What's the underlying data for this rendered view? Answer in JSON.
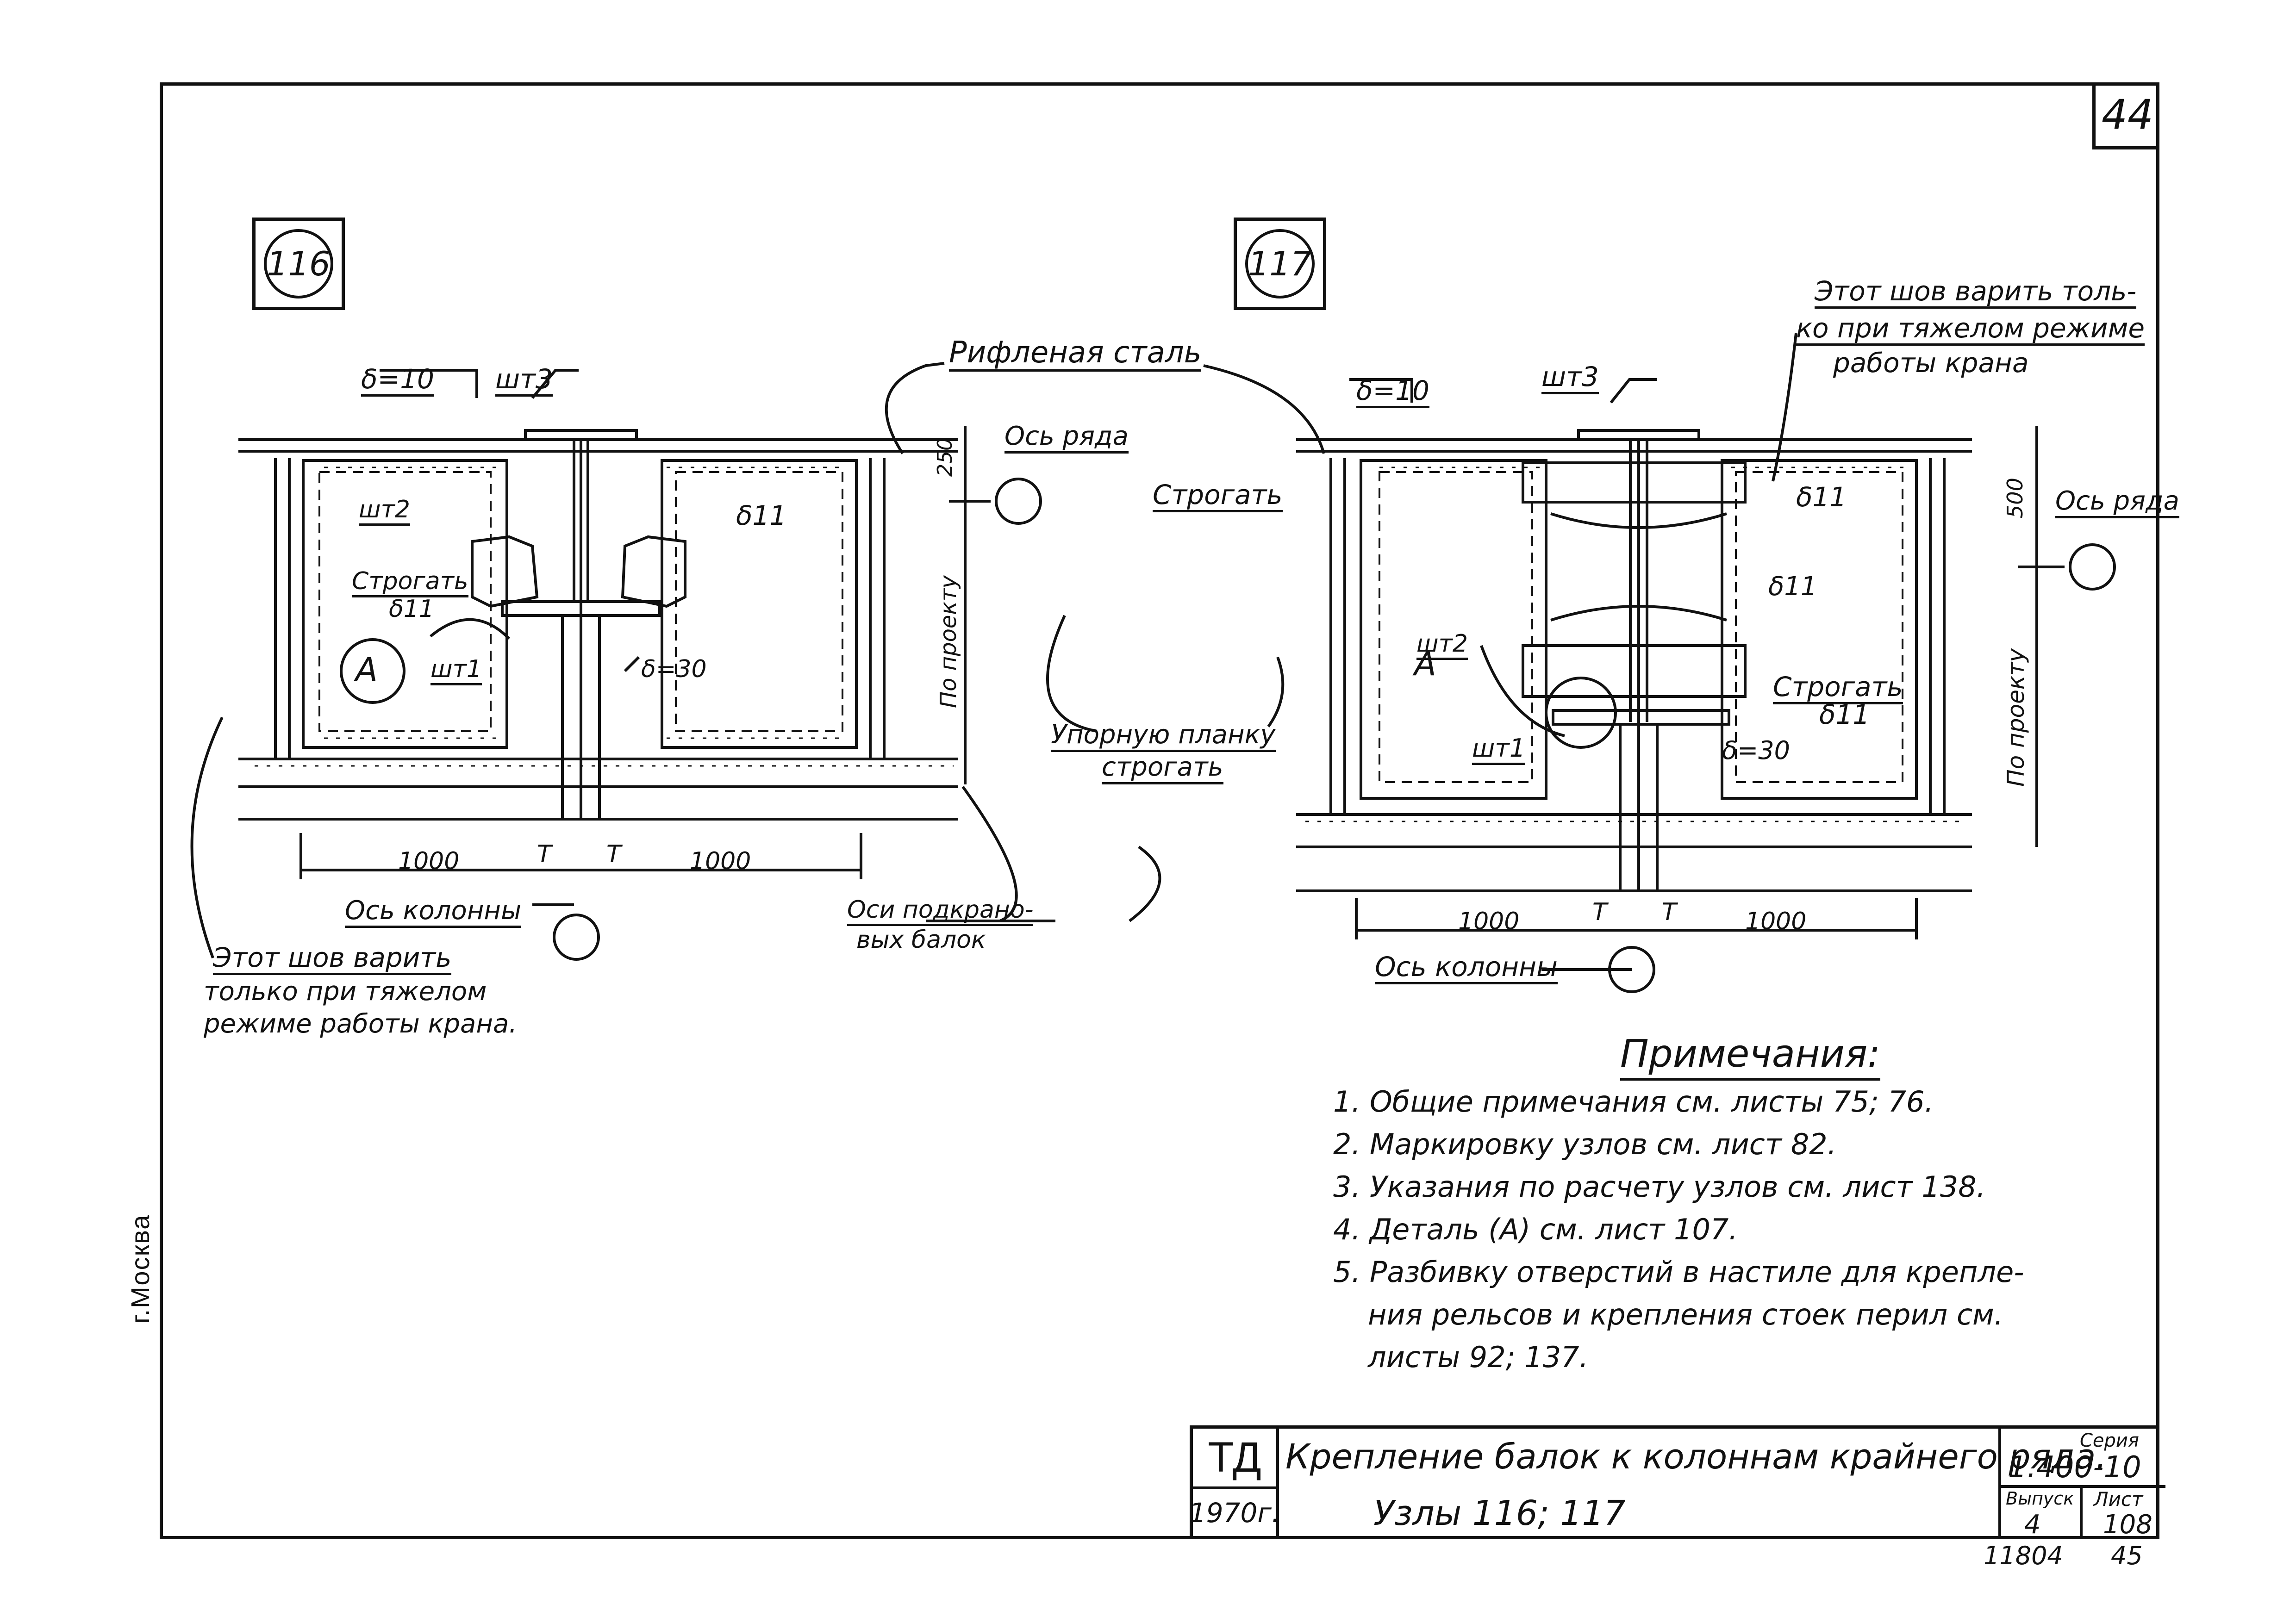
{
  "sheet": {
    "number": "44",
    "side_stamp": "г.Москва"
  },
  "nodes": {
    "left": "116",
    "right": "117"
  },
  "detail_marker": "А",
  "labels_left": {
    "delta10": "δ=10",
    "sht3": "шт3",
    "sht2": "шт2",
    "strogat": "Строгать",
    "delta11": "δ11",
    "sht1": "шт1",
    "delta30": "δ=30",
    "delta11_right": "δ11",
    "dim250": "250",
    "po_proektu": "По проекту",
    "os_ryada": "Ось ряда",
    "dim1000_a": "1000",
    "dim1000_b": "1000",
    "t_a": "Т",
    "t_b": "Т",
    "os_kolonny": "Ось колонны",
    "osi_podkranovykh_1": "Оси подкрано-",
    "osi_podkranovykh_2": "вых балок",
    "weld_note_1": "Этот шов варить",
    "weld_note_2": "только при тяжелом",
    "weld_note_3": "режиме работы крана."
  },
  "labels_center": {
    "riflenaya": "Рифленая сталь",
    "upornuyu_1": "Упорную планку",
    "upornuyu_2": "строгать"
  },
  "labels_right": {
    "weld_note_1": "Этот шов варить толь-",
    "weld_note_2": "ко при тяжелом режиме",
    "weld_note_3": "работы крана",
    "delta10": "δ=10",
    "sht3": "шт3",
    "strogat_top": "Строгать",
    "delta11_top": "δ11",
    "delta11_mid": "δ11",
    "sht2": "шт2",
    "strogat_mid": "Строгать",
    "delta11_low": "δ11",
    "sht1": "шт1",
    "delta30": "δ=30",
    "dim500": "500",
    "os_ryada": "Ось ряда",
    "po_proektu": "По проекту",
    "dim1000_a": "1000",
    "dim1000_b": "1000",
    "t_a": "Т",
    "t_b": "Т",
    "os_kolonny": "Ось колонны"
  },
  "notes": {
    "title": "Примечания:",
    "items": [
      "1. Общие примечания см. листы 75; 76.",
      "2. Маркировку узлов см. лист 82.",
      "3. Указания по расчету узлов см. лист 138.",
      "4. Деталь (А) см. лист 107.",
      "5. Разбивку отверстий в настиле для крепле-",
      "ния рельсов и крепления стоек перил см.",
      "листы 92; 137."
    ]
  },
  "title_block": {
    "td": "ТД",
    "year": "1970г.",
    "title": "Крепление балок к колоннам крайнего ряда.",
    "subtitle": "Узлы 116; 117",
    "series_label": "Серия",
    "series": "1.400-10",
    "issue_label": "Выпуск",
    "issue": "4",
    "sheet_label": "Лист",
    "sheet": "108",
    "below_left": "11804",
    "below_right": "45"
  }
}
